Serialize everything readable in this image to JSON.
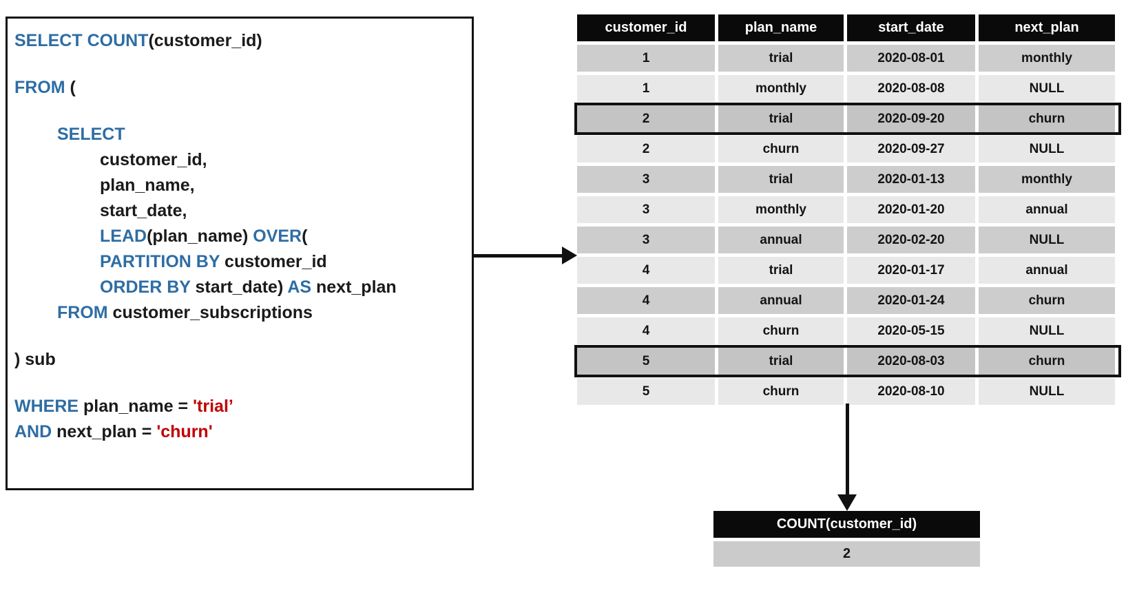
{
  "sql": {
    "lines": [
      {
        "indent": 0,
        "segs": [
          [
            "kw",
            "SELECT COUNT"
          ],
          [
            "pl",
            "(customer_id)"
          ]
        ]
      },
      {
        "blank": true
      },
      {
        "indent": 0,
        "segs": [
          [
            "kw",
            "FROM"
          ],
          [
            "pl",
            " ("
          ]
        ]
      },
      {
        "blank": true
      },
      {
        "indent": 1,
        "segs": [
          [
            "kw",
            "SELECT"
          ]
        ]
      },
      {
        "indent": 2,
        "segs": [
          [
            "pl",
            "customer_id,"
          ]
        ]
      },
      {
        "indent": 2,
        "segs": [
          [
            "pl",
            "plan_name,"
          ]
        ]
      },
      {
        "indent": 2,
        "segs": [
          [
            "pl",
            "start_date,"
          ]
        ]
      },
      {
        "indent": 2,
        "segs": [
          [
            "kw",
            "LEAD"
          ],
          [
            "pl",
            "(plan_name) "
          ],
          [
            "kw",
            "OVER"
          ],
          [
            "pl",
            "("
          ]
        ]
      },
      {
        "indent": 2,
        "segs": [
          [
            "kw",
            "PARTITION BY"
          ],
          [
            "pl",
            " customer_id"
          ]
        ]
      },
      {
        "indent": 2,
        "segs": [
          [
            "kw",
            "ORDER BY"
          ],
          [
            "pl",
            " start_date) "
          ],
          [
            "kw",
            "AS"
          ],
          [
            "pl",
            " next_plan"
          ]
        ]
      },
      {
        "indent": 1,
        "segs": [
          [
            "kw",
            "FROM"
          ],
          [
            "pl",
            " customer_subscriptions"
          ]
        ]
      },
      {
        "blank": true
      },
      {
        "indent": 0,
        "segs": [
          [
            "pl",
            ") sub"
          ]
        ]
      },
      {
        "blank": true
      },
      {
        "indent": 0,
        "segs": [
          [
            "kw",
            "WHERE"
          ],
          [
            "pl",
            " plan_name = "
          ],
          [
            "str",
            "'trial’"
          ]
        ]
      },
      {
        "indent": 0,
        "segs": [
          [
            "kw",
            "AND"
          ],
          [
            "pl",
            " next_plan = "
          ],
          [
            "str",
            "'churn'"
          ]
        ]
      }
    ]
  },
  "table": {
    "columns": [
      "customer_id",
      "plan_name",
      "start_date",
      "next_plan"
    ],
    "rows": [
      {
        "cells": [
          "1",
          "trial",
          "2020-08-01",
          "monthly"
        ],
        "shade": "dark",
        "highlight": false
      },
      {
        "cells": [
          "1",
          "monthly",
          "2020-08-08",
          "NULL"
        ],
        "shade": "light",
        "highlight": false
      },
      {
        "cells": [
          "2",
          "trial",
          "2020-09-20",
          "churn"
        ],
        "shade": "dark",
        "highlight": true
      },
      {
        "cells": [
          "2",
          "churn",
          "2020-09-27",
          "NULL"
        ],
        "shade": "light",
        "highlight": false
      },
      {
        "cells": [
          "3",
          "trial",
          "2020-01-13",
          "monthly"
        ],
        "shade": "dark",
        "highlight": false
      },
      {
        "cells": [
          "3",
          "monthly",
          "2020-01-20",
          "annual"
        ],
        "shade": "light",
        "highlight": false
      },
      {
        "cells": [
          "3",
          "annual",
          "2020-02-20",
          "NULL"
        ],
        "shade": "dark",
        "highlight": false
      },
      {
        "cells": [
          "4",
          "trial",
          "2020-01-17",
          "annual"
        ],
        "shade": "light",
        "highlight": false
      },
      {
        "cells": [
          "4",
          "annual",
          "2020-01-24",
          "churn"
        ],
        "shade": "dark",
        "highlight": false
      },
      {
        "cells": [
          "4",
          "churn",
          "2020-05-15",
          "NULL"
        ],
        "shade": "light",
        "highlight": false
      },
      {
        "cells": [
          "5",
          "trial",
          "2020-08-03",
          "churn"
        ],
        "shade": "dark",
        "highlight": true
      },
      {
        "cells": [
          "5",
          "churn",
          "2020-08-10",
          "NULL"
        ],
        "shade": "light",
        "highlight": false
      }
    ]
  },
  "result": {
    "header": "COUNT(customer_id)",
    "value": "2"
  },
  "colors": {
    "keyword_blue": "#2E6DA4",
    "string_red": "#C00000",
    "header_bg": "#0a0a0a",
    "header_text": "#ffffff",
    "row_dark": "#cdcdcd",
    "row_light": "#e8e8e8",
    "highlight_fill": "#c4c4c4",
    "highlight_border": "#111111"
  }
}
